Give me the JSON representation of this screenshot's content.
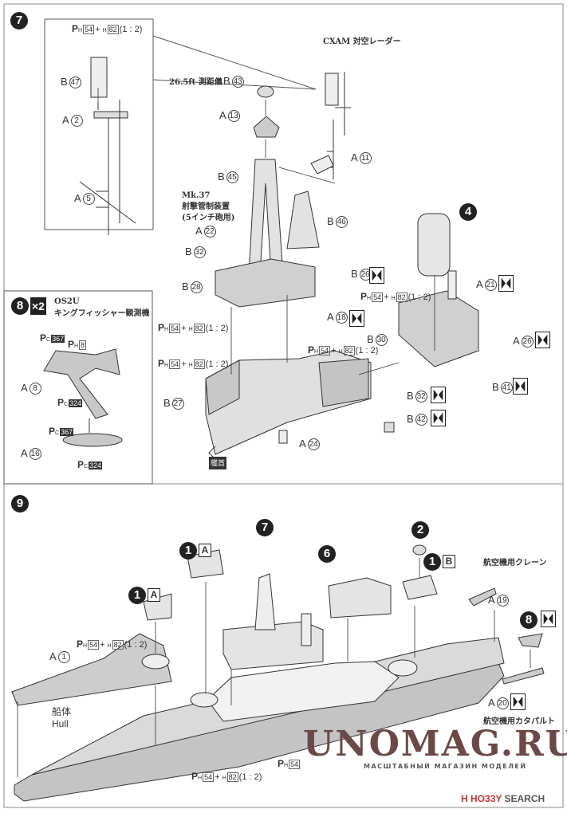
{
  "steps": {
    "step7": {
      "number": "7",
      "sub_step_badge": "4"
    },
    "step8": {
      "number": "8",
      "multiplier": "×2",
      "title_1": "OS2U",
      "title_2": "キングフィッシャー観測機"
    },
    "step9": {
      "number": "9"
    }
  },
  "paint_mix": {
    "p": "P",
    "h": "H",
    "c1": "54",
    "c2": "82",
    "plus": "+",
    "ratio": "(1 : 2)"
  },
  "paint_single": {
    "p": "P",
    "h": "H",
    "c": "54"
  },
  "paint_h8": {
    "p": "P",
    "h": "H",
    "c": "8"
  },
  "paint_c": {
    "p": "P",
    "c": "C",
    "c367": "367",
    "c324": "324"
  },
  "notes7": {
    "cxam": "CXAM 対空レーダー",
    "rangefinder": "26.5ft 測距儀",
    "mk37_1": "Mk.37",
    "mk37_2": "射撃管制装置",
    "mk37_3": "(5インチ砲用)",
    "bow": "艦首"
  },
  "parts7": [
    {
      "r": "B",
      "n": "47"
    },
    {
      "r": "A",
      "n": "2"
    },
    {
      "r": "A",
      "n": "5"
    },
    {
      "r": "B",
      "n": "43"
    },
    {
      "r": "A",
      "n": "13"
    },
    {
      "r": "A",
      "n": "11"
    },
    {
      "r": "B",
      "n": "45"
    },
    {
      "r": "B",
      "n": "46"
    },
    {
      "r": "A",
      "n": "22"
    },
    {
      "r": "B",
      "n": "32"
    },
    {
      "r": "B",
      "n": "26"
    },
    {
      "r": "B",
      "n": "28"
    },
    {
      "r": "A",
      "n": "18"
    },
    {
      "r": "A",
      "n": "21"
    },
    {
      "r": "B",
      "n": "30"
    },
    {
      "r": "A",
      "n": "26"
    },
    {
      "r": "B",
      "n": "41"
    },
    {
      "r": "B",
      "n": "32"
    },
    {
      "r": "B",
      "n": "42"
    },
    {
      "r": "B",
      "n": "27"
    },
    {
      "r": "A",
      "n": "24"
    }
  ],
  "parts8": [
    {
      "r": "A",
      "n": "8"
    },
    {
      "r": "A",
      "n": "16"
    }
  ],
  "step9": {
    "turret_refs": [
      {
        "num": "1",
        "letter": "A"
      },
      {
        "num": "1",
        "letter": "A"
      },
      {
        "num": "1",
        "letter": "B"
      }
    ],
    "sub_refs": [
      "7",
      "6",
      "2",
      "8"
    ],
    "crane": "航空機用クレーン",
    "catapult": "航空機用カタパルト",
    "hull_jp": "船体",
    "hull_en": "Hull",
    "parts": [
      {
        "r": "A",
        "n": "1"
      },
      {
        "r": "A",
        "n": "19"
      },
      {
        "r": "A",
        "n": "20"
      }
    ]
  },
  "watermark": {
    "main": "UNOMAG.RU",
    "sub": "МАСШТАБНЫЙ МАГАЗИН МОДЕЛЕЙ",
    "hobby": "HO33Y",
    "search": "SEARCH",
    "hobby_icon": "H"
  }
}
